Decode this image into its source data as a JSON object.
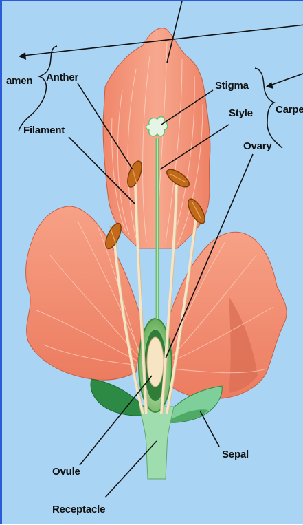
{
  "labels": {
    "stamen": "amen",
    "anther": "Anther",
    "filament": "Filament",
    "stigma": "Stigma",
    "style": "Style",
    "carpel": "Carpe",
    "ovary": "Ovary",
    "ovule": "Ovule",
    "receptacle": "Receptacle",
    "sepal": "Sepal"
  },
  "colors": {
    "background": "#a9d4f3",
    "petal": "#f4957a",
    "petal_vein": "#fbd0bf",
    "petal_shadow": "#d86c52",
    "sepal": "#7fcf9a",
    "sepal_dark": "#2c8a45",
    "stalk": "#9fdcae",
    "anther": "#c26a1a",
    "filament": "#f6e5c6",
    "ovule": "#f7e4c3"
  }
}
